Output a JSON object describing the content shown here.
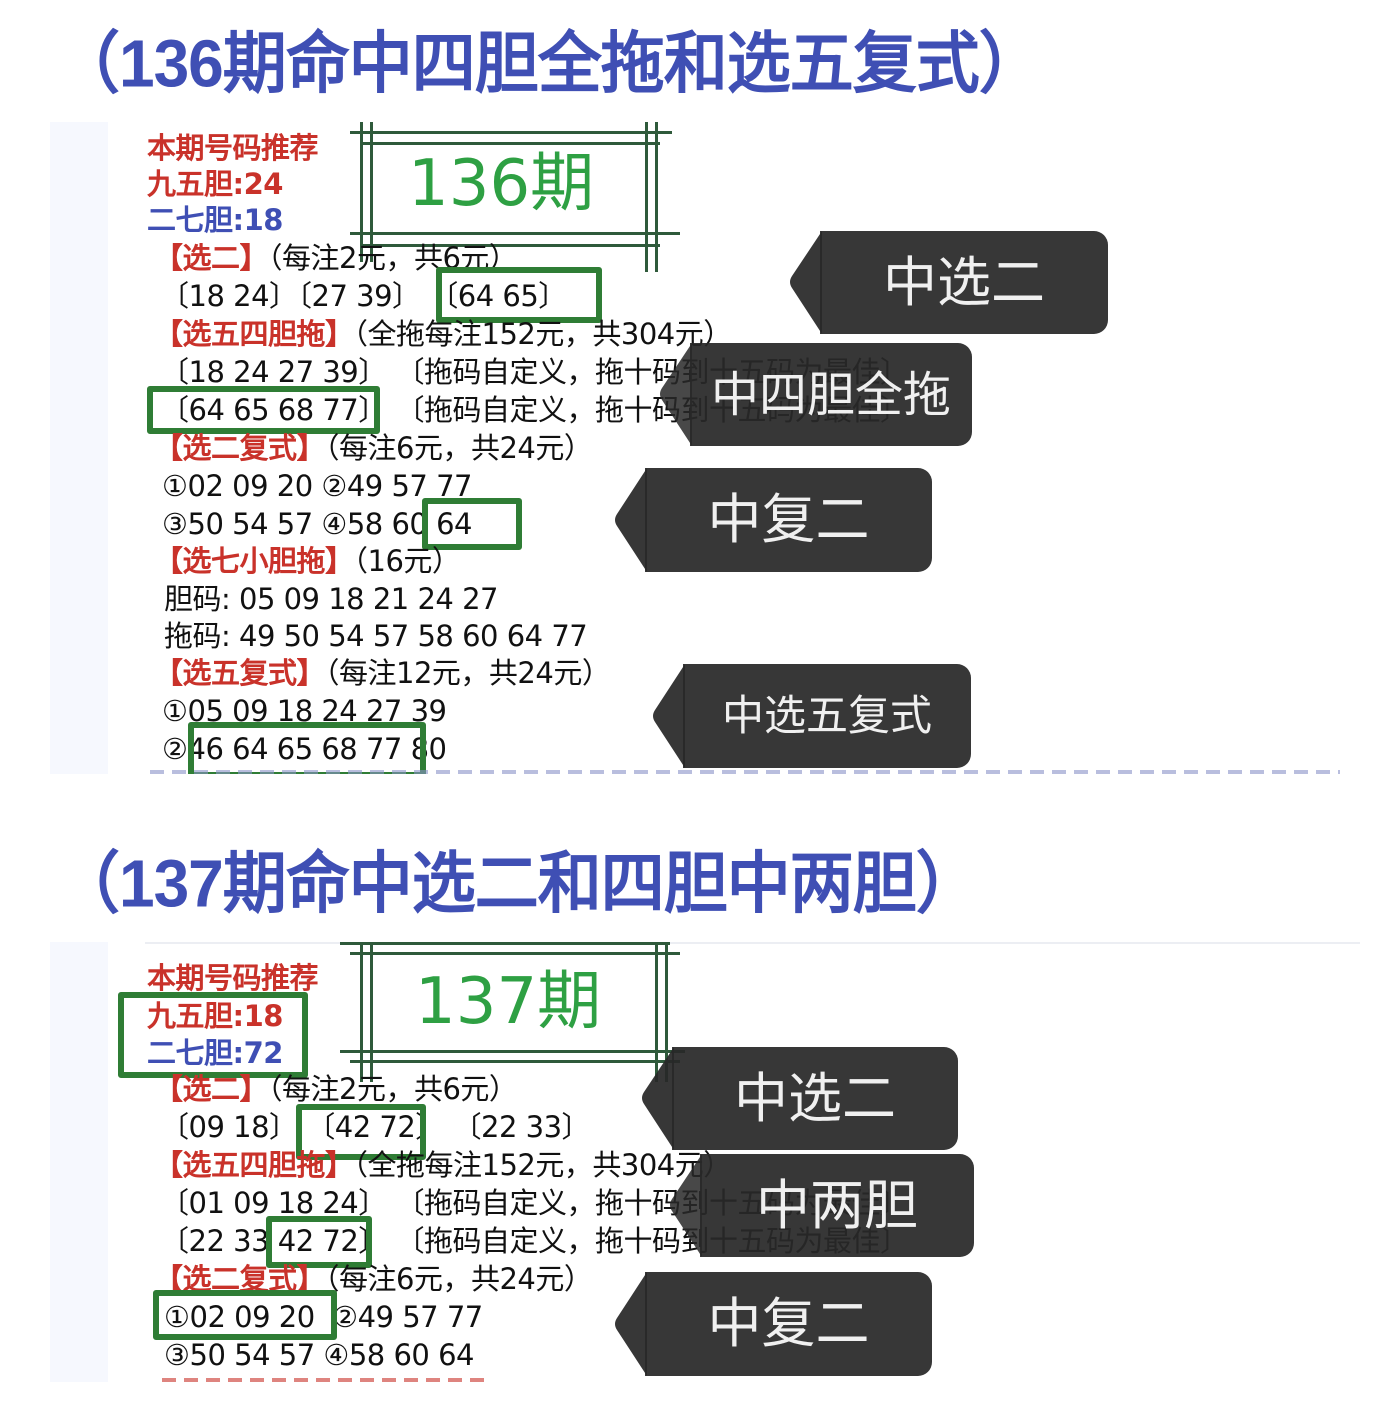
{
  "colors": {
    "headline": "#3f4fb4",
    "red": "#c9322a",
    "blue": "#3f4fb4",
    "period_green": "#2ea043",
    "hit_box_green": "#2f7d35",
    "tag_bg": "#282828",
    "tag_text": "#f0f0f0"
  },
  "sections": [
    {
      "headline": "（136期命中四胆全拖和选五复式）",
      "period_label": "136期",
      "recommend_title": "本期号码推荐",
      "nine_five_dan": "九五胆:24",
      "two_seven_dan": "二七胆:18",
      "xuan_er": {
        "title": "【选二】",
        "note": "（每注2元，共6元）",
        "pairs": "〔18 24〕〔27 39〕",
        "hit_pair": "〔64 65〕"
      },
      "xuan_wu_si_dan_tuo": {
        "title": "【选五四胆拖】",
        "note": "（全拖每注152元，共304元）",
        "row1_dan": "〔18 24 27 39〕",
        "row1_note": "〔拖码自定义，拖十码到十五码为最佳〕",
        "row2_dan": "〔64 65 68 77〕",
        "row2_note": "〔拖码自定义，拖十码到十五码为最佳〕"
      },
      "xuan_er_fu_shi": {
        "title": "【选二复式】",
        "note": "（每注6元，共24元）",
        "row1": "①02 09 20   ②49 57 77",
        "row2_prefix": "③50 54 57   ④58",
        "row2_hit": "60 64"
      },
      "xuan_qi_xiao_dan_tuo": {
        "title": "【选七小胆拖】",
        "note": "（16元）",
        "dan_ma": "胆码: 05 09 18 21 24 27",
        "tuo_ma": "拖码: 49 50 54 57 58 60 64 77"
      },
      "xuan_wu_fu_shi": {
        "title": "【选五复式】",
        "note": "（每注12元，共24元）",
        "row1": "①05 09 18 24 27 39",
        "row2_prefix": "②",
        "row2_hit": "46 64 65 68 77",
        "row2_suffix": "80"
      },
      "tags": [
        "中选二",
        "中四胆全拖",
        "中复二",
        "中选五复式"
      ]
    },
    {
      "headline": "（137期命中选二和四胆中两胆）",
      "period_label": "137期",
      "recommend_title": "本期号码推荐",
      "nine_five_dan": "九五胆:18",
      "two_seven_dan": "二七胆:72",
      "xuan_er": {
        "title": "【选二】",
        "note": "（每注2元，共6元）",
        "pair1": "〔09 18〕",
        "hit_pair": "〔42 72〕",
        "pair3": "〔22 33〕"
      },
      "xuan_wu_si_dan_tuo": {
        "title": "【选五四胆拖】",
        "note": "（全拖每注152元，共304元）",
        "row1_dan": "〔01 09 18 24〕",
        "row1_note": "〔拖码自定义，拖十码到十五码为最佳〕",
        "row2_prefix": "〔22 33 ",
        "row2_hit": "42 72〕",
        "row2_note": "〔拖码自定义，拖十码到十五码为最佳〕"
      },
      "xuan_er_fu_shi": {
        "title": "【选二复式】",
        "note": "（每注6元，共24元）",
        "row1_hit": "①02 09 20",
        "row1_rest": "②49 57 77",
        "row2": "③50 54 57   ④58 60 64"
      },
      "tags": [
        "中选二",
        "中两胆",
        "中复二"
      ]
    }
  ]
}
